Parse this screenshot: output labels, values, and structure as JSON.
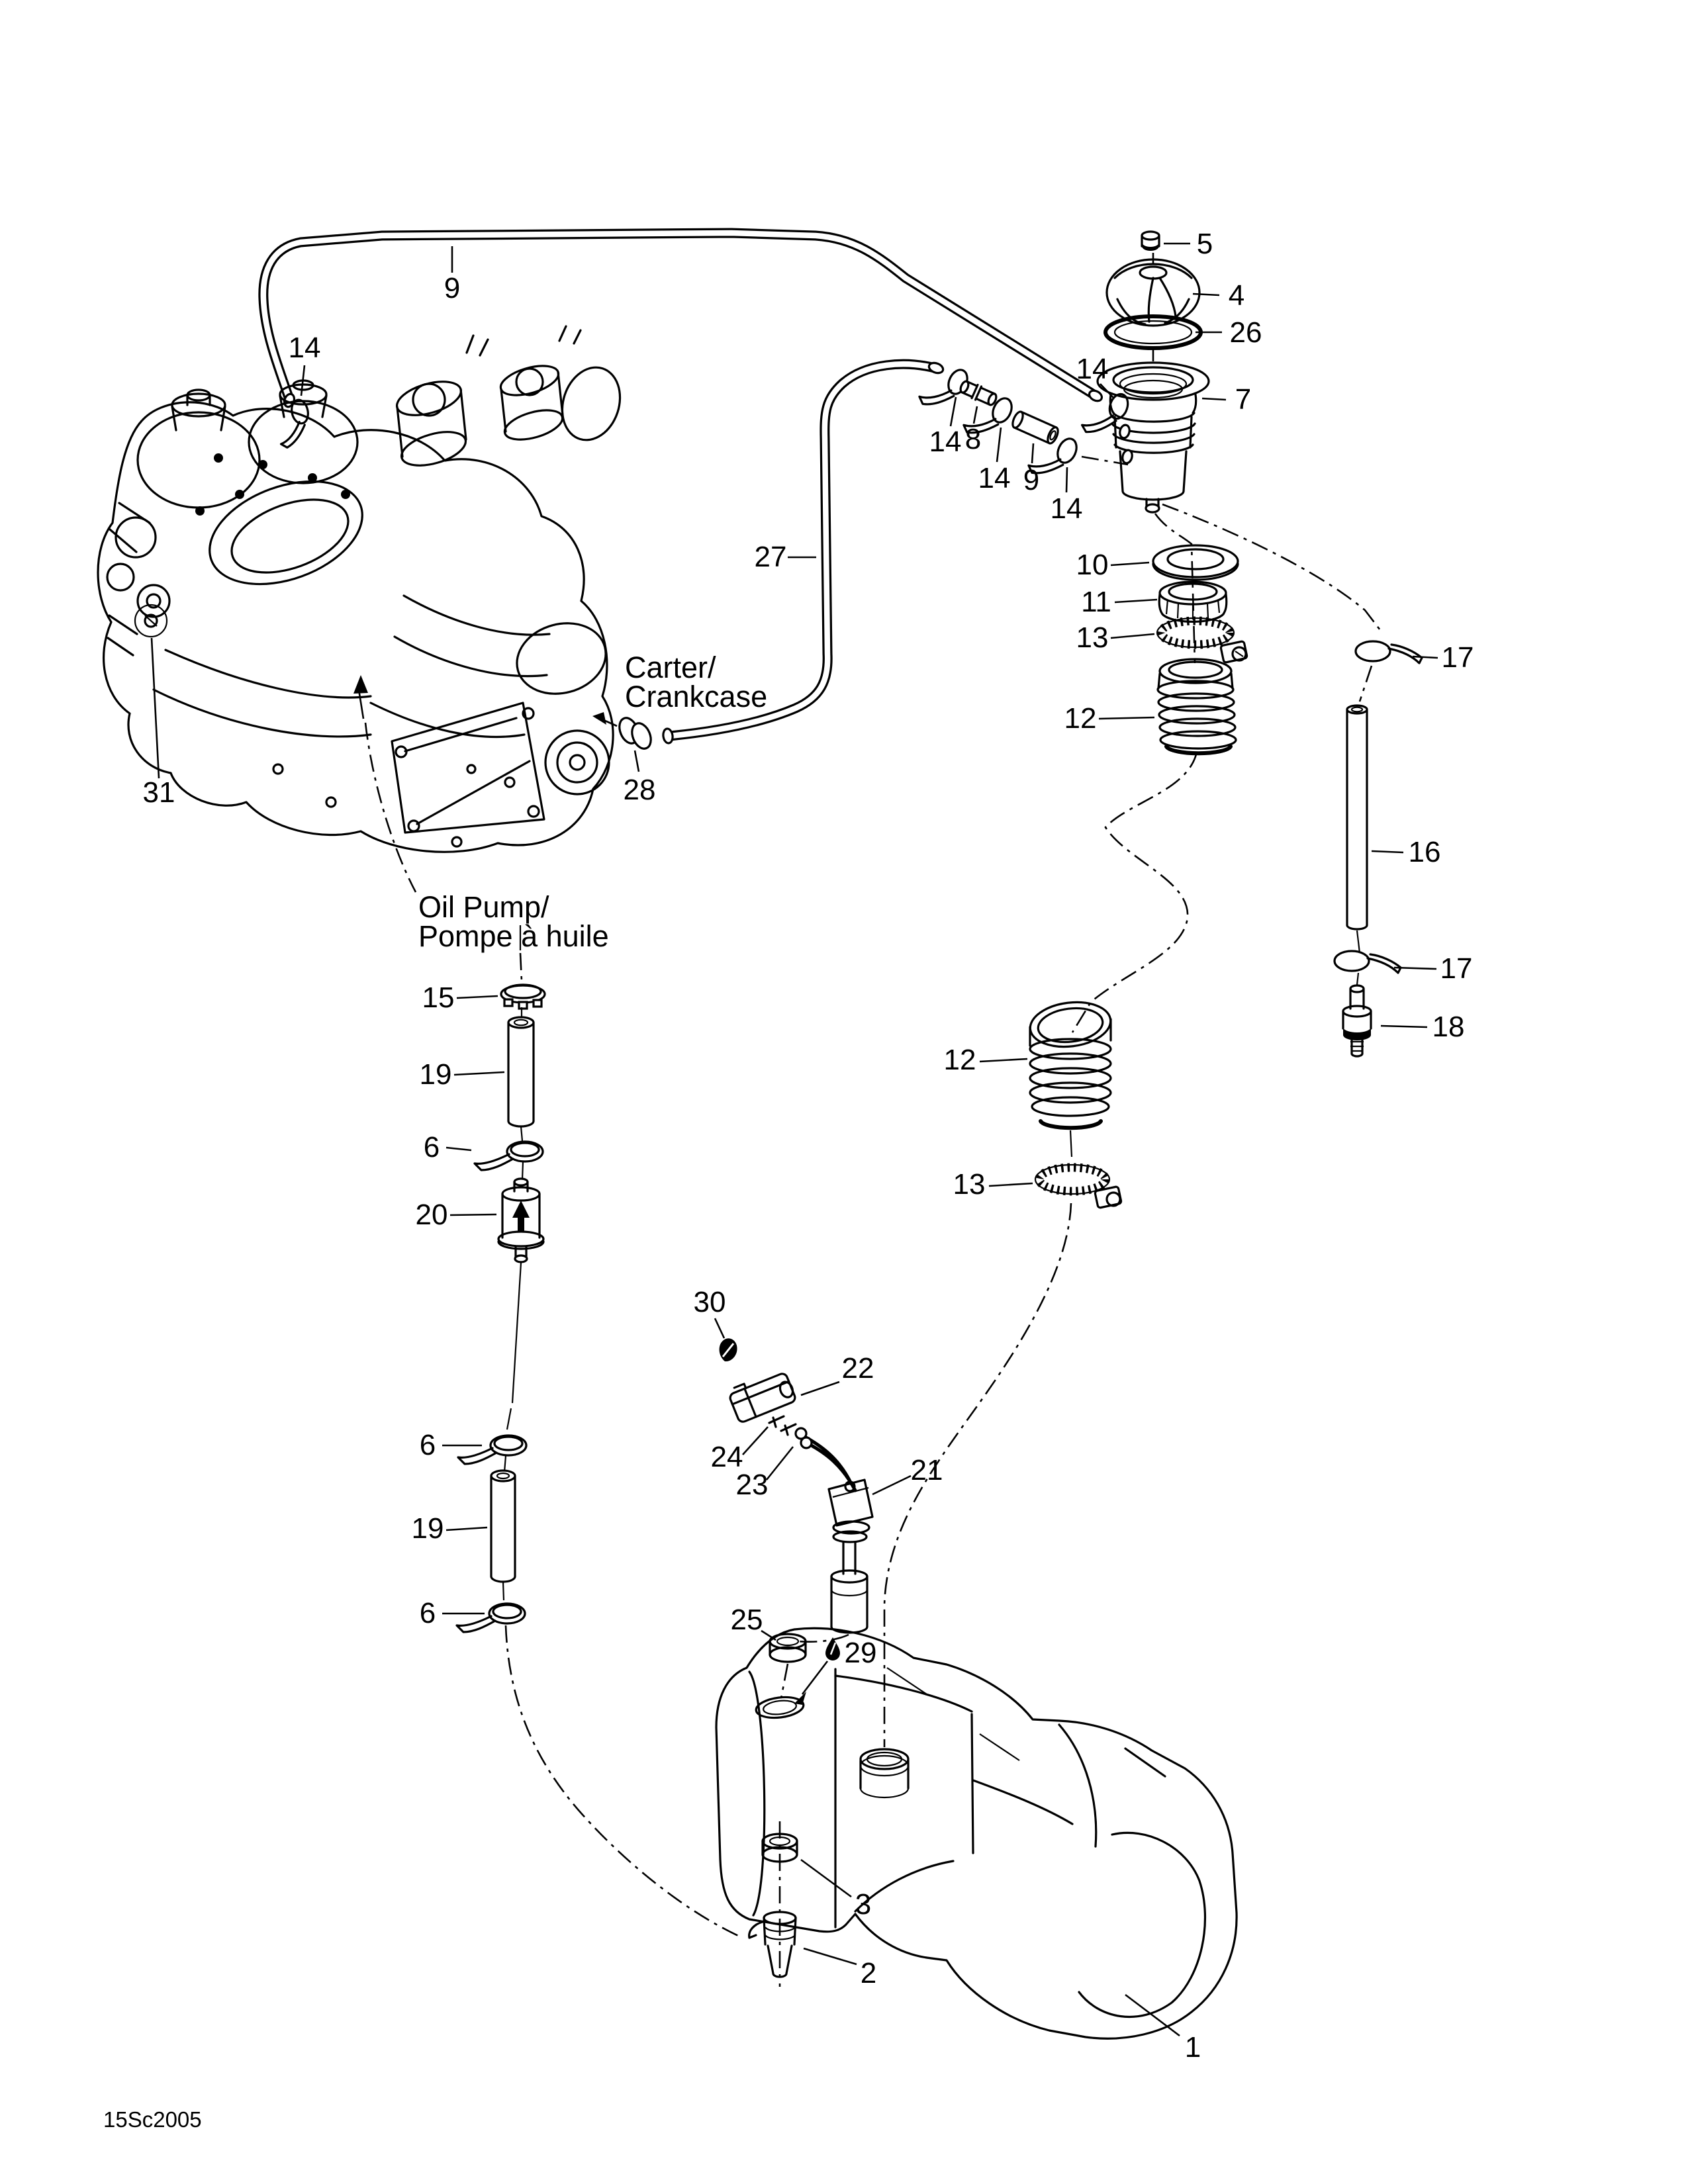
{
  "diagram": {
    "type": "exploded-parts-diagram",
    "subject": "oil-injection-system",
    "colors": {
      "background": "#ffffff",
      "line": "#000000"
    },
    "footer_code": "15Sc2005",
    "annotations": {
      "carter_line1": "Carter/",
      "carter_line2": "Crankcase",
      "oilpump_line1": "Oil Pump/",
      "oilpump_line2": "Pompe à huile"
    },
    "callouts": [
      {
        "num": "5"
      },
      {
        "num": "4"
      },
      {
        "num": "26"
      },
      {
        "num": "7"
      },
      {
        "num": "14"
      },
      {
        "num": "9"
      },
      {
        "num": "14"
      },
      {
        "num": "8"
      },
      {
        "num": "14"
      },
      {
        "num": "9"
      },
      {
        "num": "14"
      },
      {
        "num": "14"
      },
      {
        "num": "27"
      },
      {
        "num": "28"
      },
      {
        "num": "31"
      },
      {
        "num": "10"
      },
      {
        "num": "11"
      },
      {
        "num": "13"
      },
      {
        "num": "12"
      },
      {
        "num": "17"
      },
      {
        "num": "16"
      },
      {
        "num": "17"
      },
      {
        "num": "18"
      },
      {
        "num": "12"
      },
      {
        "num": "13"
      },
      {
        "num": "15"
      },
      {
        "num": "19"
      },
      {
        "num": "6"
      },
      {
        "num": "20"
      },
      {
        "num": "6"
      },
      {
        "num": "19"
      },
      {
        "num": "6"
      },
      {
        "num": "30"
      },
      {
        "num": "22"
      },
      {
        "num": "24"
      },
      {
        "num": "23"
      },
      {
        "num": "21"
      },
      {
        "num": "25"
      },
      {
        "num": "29"
      },
      {
        "num": "3"
      },
      {
        "num": "2"
      },
      {
        "num": "1"
      }
    ]
  }
}
